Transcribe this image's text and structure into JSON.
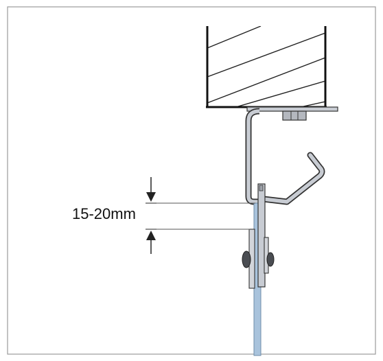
{
  "diagram": {
    "dimension_label": "15-20mm",
    "colors": {
      "border": "#9a9a9a",
      "line": "#222222",
      "steel_fill": "#c8ccd3",
      "steel_dark": "#8c9098",
      "glass": "#a9c3dc",
      "dimension_line": "#333333"
    },
    "components": [
      "ceiling-beam",
      "z-bracket",
      "hook",
      "fastener",
      "glass-panel",
      "clamp",
      "dimension-arrows"
    ]
  }
}
